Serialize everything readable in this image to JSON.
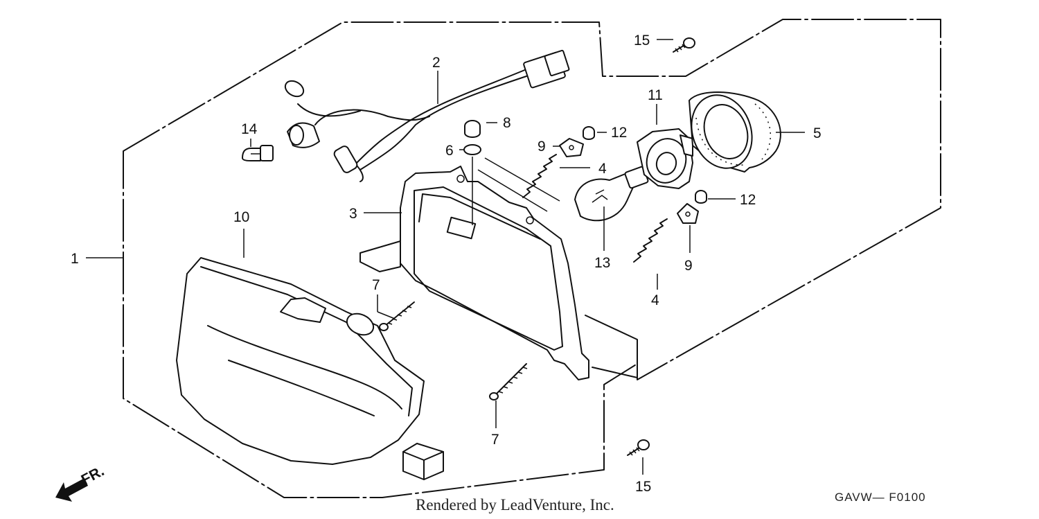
{
  "callouts": {
    "c1": "1",
    "c2": "2",
    "c3": "3",
    "c4a": "4",
    "c4b": "4",
    "c5": "5",
    "c6": "6",
    "c7a": "7",
    "c7b": "7",
    "c8": "8",
    "c9a": "9",
    "c9b": "9",
    "c10": "10",
    "c11": "11",
    "c12a": "12",
    "c12b": "12",
    "c13": "13",
    "c14": "14",
    "c15a": "15",
    "c15b": "15"
  },
  "front_indicator": "FR.",
  "footer": {
    "credit": "Rendered by LeadVenture, Inc.",
    "code": "GAVW— F0100"
  }
}
